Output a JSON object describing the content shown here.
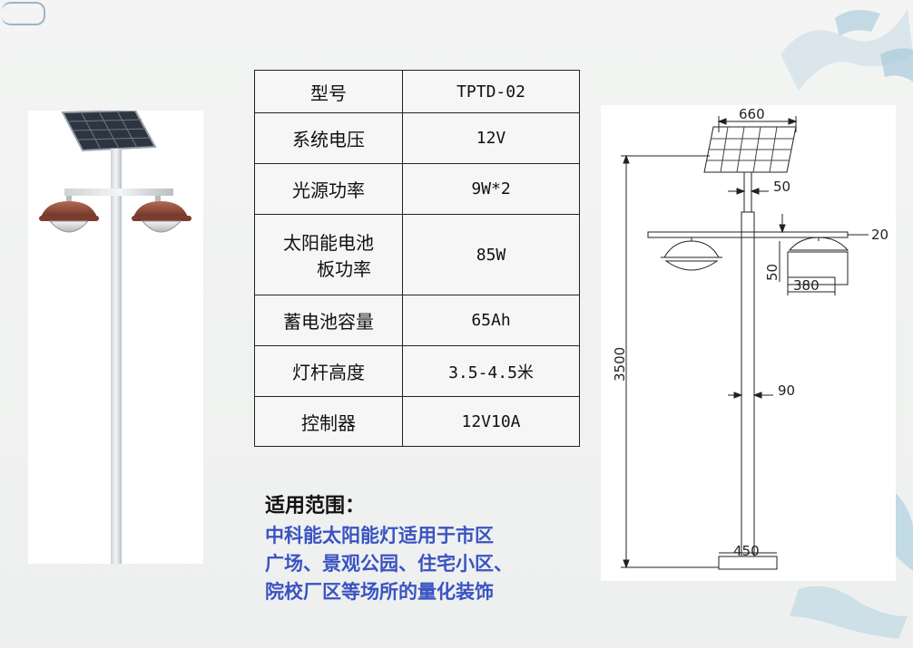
{
  "spec_table": {
    "rows": [
      {
        "label": "型号",
        "value": "TPTD-02"
      },
      {
        "label": "系统电压",
        "value": "12V"
      },
      {
        "label": "光源功率",
        "value": "9W*2"
      },
      {
        "label_lines": [
          "太阳能电池",
          "板功率"
        ],
        "value": "85W"
      },
      {
        "label": "蓄电池容量",
        "value": "65Ah"
      },
      {
        "label": "灯杆高度",
        "value": "3.5-4.5米"
      },
      {
        "label": "控制器",
        "value": "12V10A"
      }
    ]
  },
  "scope": {
    "title": "适用范围：",
    "lines": [
      "中科能太阳能灯适用于市区",
      "广场、景观公园、住宅小区、",
      "院校厂区等场所的量化装饰"
    ]
  },
  "drawing": {
    "dims": {
      "panel_width": "660",
      "pole_top": "50",
      "arm_thickness": "20",
      "lamp_drop": "50",
      "lamp_width": "380",
      "height": "3500",
      "pole_diameter": "90",
      "base_width": "450"
    }
  },
  "colors": {
    "accent_blue": "#3a53c2",
    "lamp_bronze": "#8c4a3a"
  }
}
